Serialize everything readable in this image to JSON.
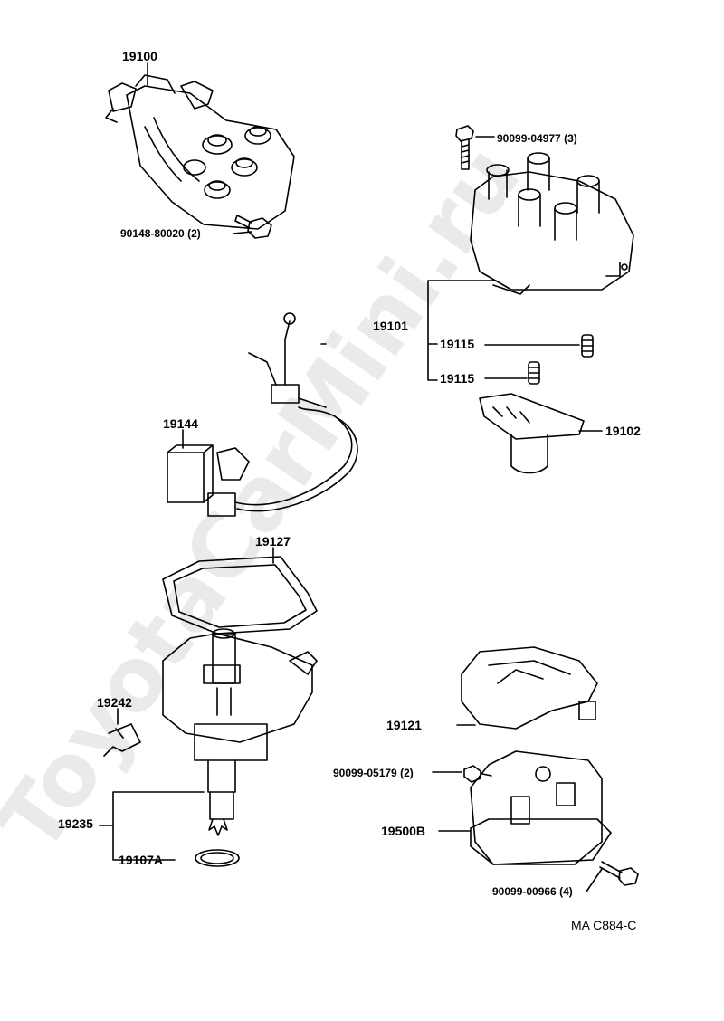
{
  "watermark": "ToyotaCarMini.ru",
  "diagram_code": "MA C884-C",
  "labels": {
    "p19100": "19100",
    "p90148": "90148-80020 (2)",
    "p90099_04977": "90099-04977 (3)",
    "p19101": "19101",
    "p19115a": "19115",
    "p19115b": "19115",
    "p19102": "19102",
    "p19144": "19144",
    "p19127": "19127",
    "p19242": "19242",
    "p19121": "19121",
    "p90099_05179": "90099-05179 (2)",
    "p19500B": "19500B",
    "p19235": "19235",
    "p19107A": "19107A",
    "p90099_00966": "90099-00966 (4)"
  }
}
